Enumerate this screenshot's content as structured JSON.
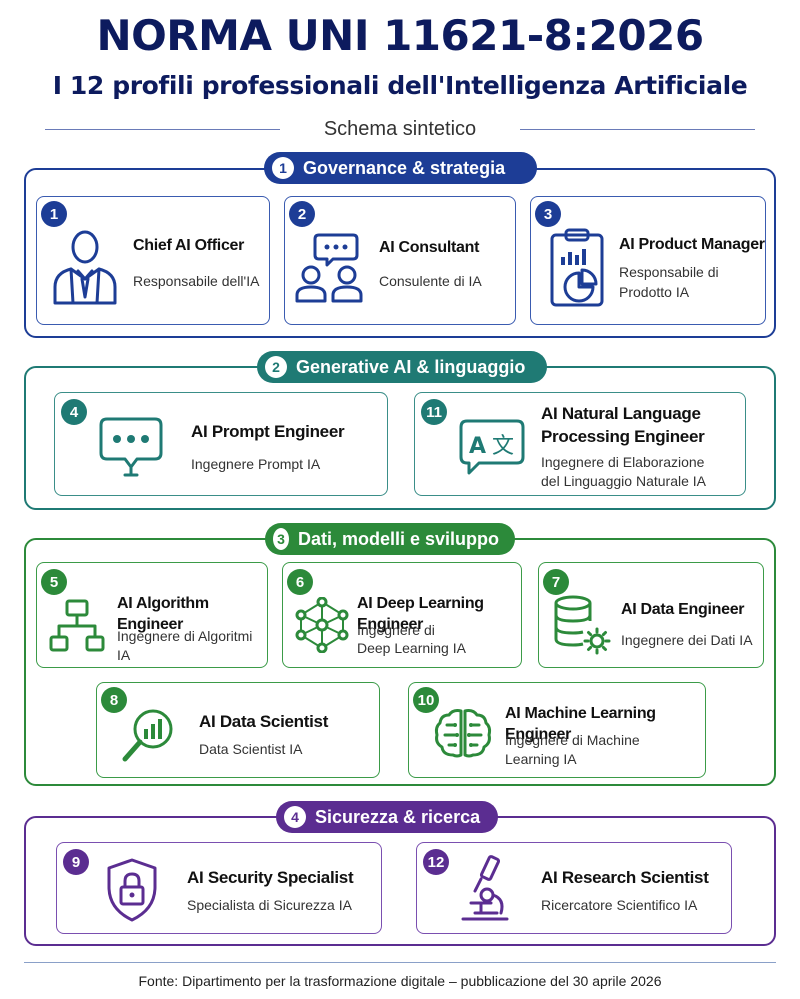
{
  "header": {
    "title": "NORMA UNI 11621-8:2026",
    "subtitle": "I 12 profili professionali dell'Intelligenza Artificiale",
    "schema_label": "Schema sintetico"
  },
  "colors": {
    "governance": "#1d3d96",
    "generative": "#1f7a74",
    "data": "#2c8a3a",
    "security": "#5b2d91",
    "title": "#0d1b5e"
  },
  "sections": [
    {
      "num": "1",
      "label": "Governance & strategia"
    },
    {
      "num": "2",
      "label": "Generative AI & linguaggio"
    },
    {
      "num": "3",
      "label": "Dati, modelli e sviluppo"
    },
    {
      "num": "4",
      "label": "Sicurezza & ricerca"
    }
  ],
  "profiles": {
    "p1": {
      "num": "1",
      "title": "Chief AI Officer",
      "sub": "Responsabile dell'IA",
      "icon": "executive-person-icon"
    },
    "p2": {
      "num": "2",
      "title": "AI Consultant",
      "sub": "Consulente di IA",
      "icon": "consultant-chat-icon"
    },
    "p3": {
      "num": "3",
      "title": "AI Product Manager",
      "sub1": "Responsabile di",
      "sub2": "Prodotto IA",
      "icon": "clipboard-chart-icon"
    },
    "p4": {
      "num": "4",
      "title": "AI Prompt Engineer",
      "sub": "Ingegnere Prompt IA",
      "icon": "prompt-bubble-icon"
    },
    "p11": {
      "num": "11",
      "title1": "AI Natural Language",
      "title2": "Processing Engineer",
      "sub1": "Ingegnere di Elaborazione",
      "sub2": "del Linguaggio Naturale IA",
      "icon": "translate-icon"
    },
    "p5": {
      "num": "5",
      "title": "AI Algorithm Engineer",
      "sub": "Ingegnere di Algoritmi IA",
      "icon": "flowchart-icon"
    },
    "p6": {
      "num": "6",
      "title": "AI Deep Learning Engineer",
      "sub1": "Ingegnere di",
      "sub2": "Deep Learning IA",
      "icon": "neural-network-icon"
    },
    "p7": {
      "num": "7",
      "title": "AI Data Engineer",
      "sub": "Ingegnere dei Dati IA",
      "icon": "database-gear-icon"
    },
    "p8": {
      "num": "8",
      "title": "AI Data Scientist",
      "sub": "Data Scientist IA",
      "icon": "magnifier-chart-icon"
    },
    "p10": {
      "num": "10",
      "title": "AI Machine Learning Engineer",
      "sub1": "Ingegnere di Machine",
      "sub2": "Learning IA",
      "icon": "brain-circuit-icon"
    },
    "p9": {
      "num": "9",
      "title": "AI Security Specialist",
      "sub": "Specialista di Sicurezza IA",
      "icon": "shield-lock-icon"
    },
    "p12": {
      "num": "12",
      "title": "AI Research Scientist",
      "sub": "Ricercatore Scientifico IA",
      "icon": "microscope-icon"
    }
  },
  "footer": {
    "text": "Fonte: Dipartimento per la trasformazione digitale – pubblicazione del 30 aprile 2026"
  }
}
